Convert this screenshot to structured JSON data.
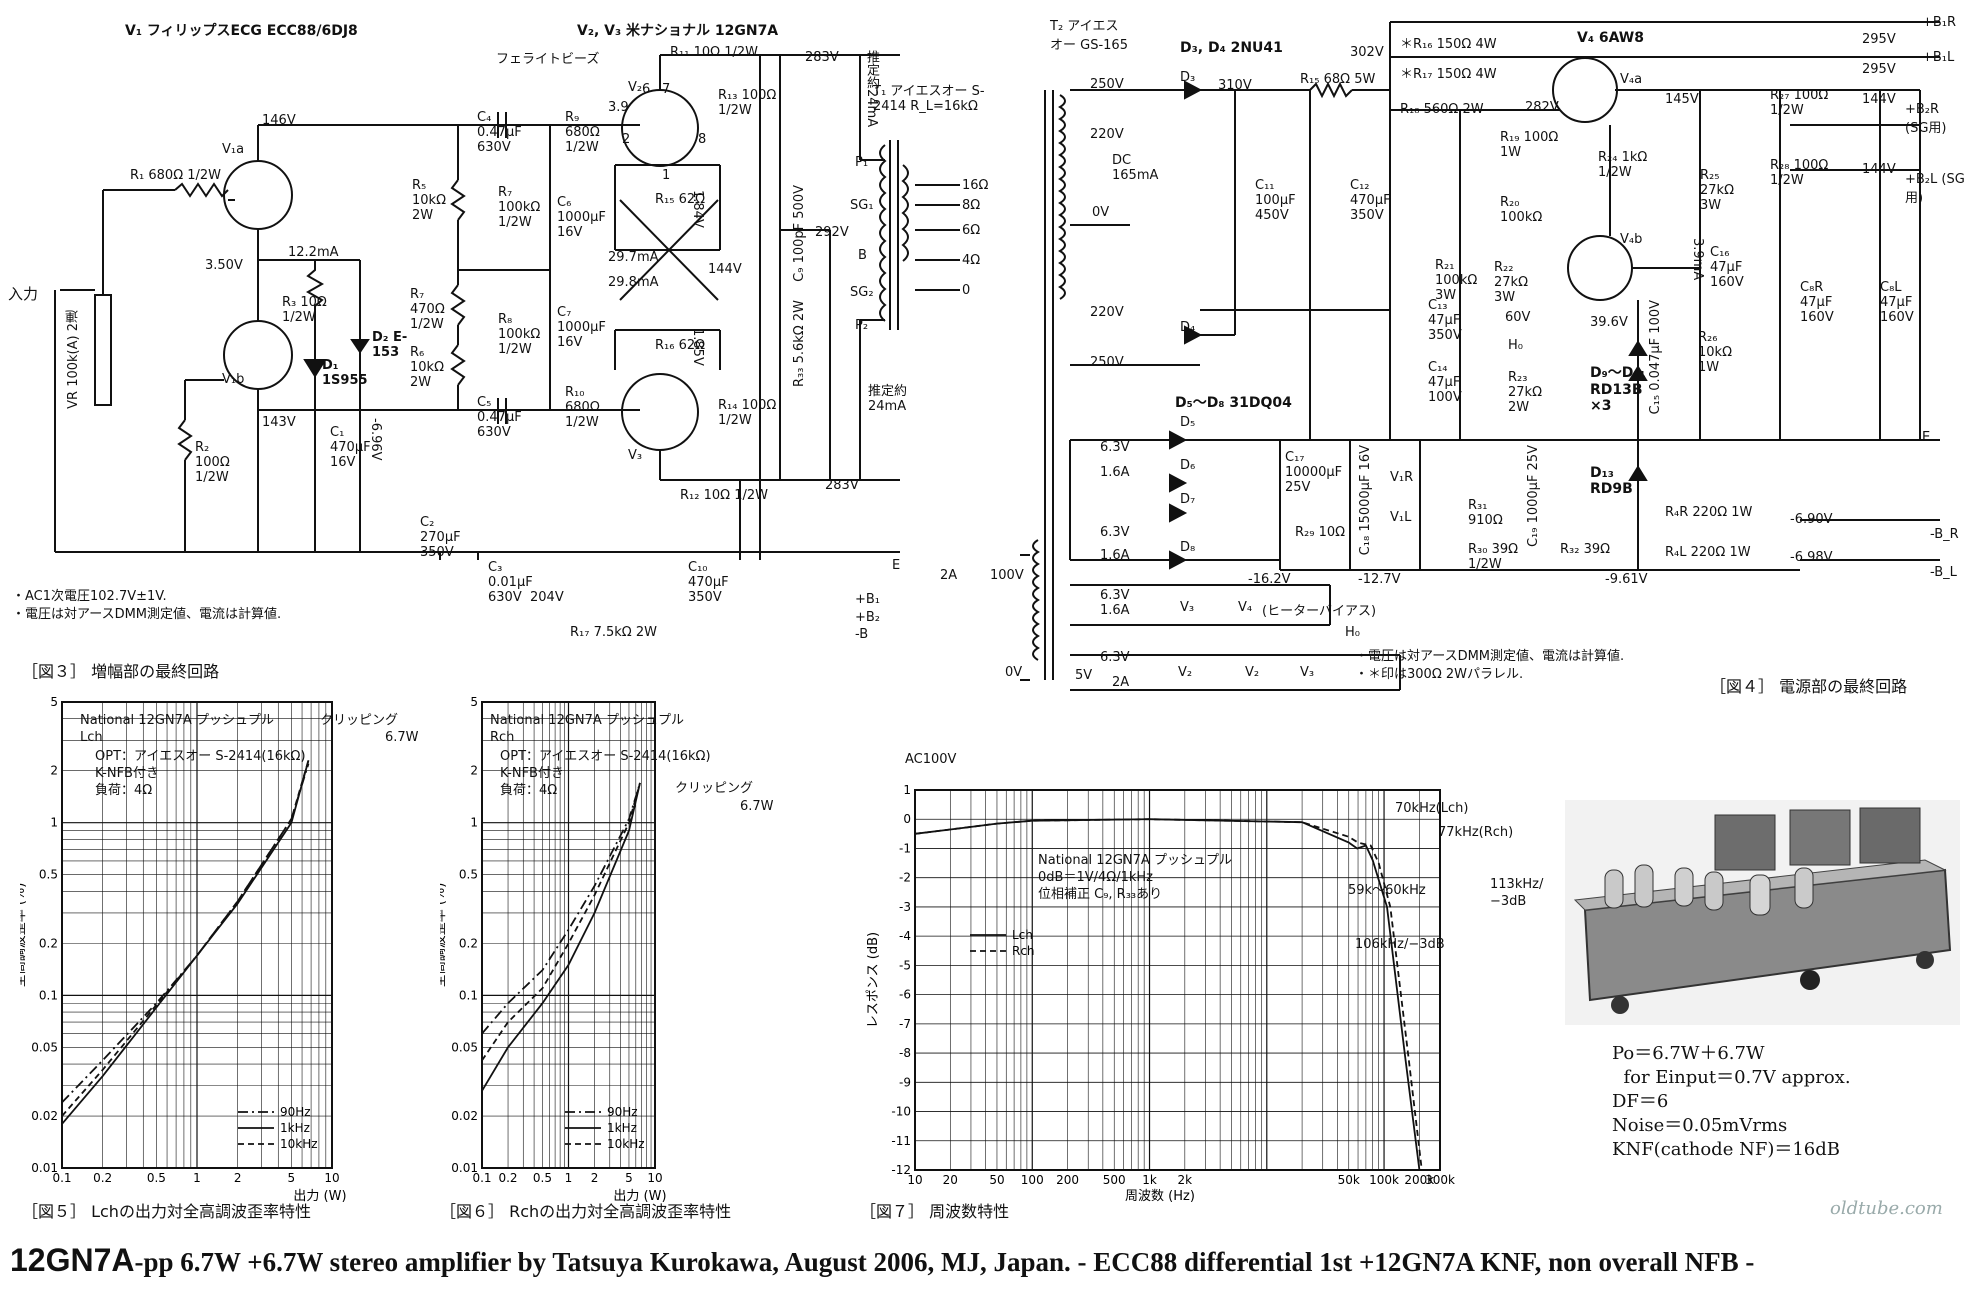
{
  "amp_schematic": {
    "v1_title": "V₁ フィリップスECG ECC88/6DJ8",
    "v2v3_title": "V₂, V₃ 米ナショナル 12GN7A",
    "ferrite": "フェライトビーズ",
    "t1": "T₁ アイエスオー S-2414 R_L=16kΩ",
    "estimate_top": "推定約24mA",
    "estimate_bottom": "推定約24mA",
    "input": "入力",
    "vr": "VR 100k(A) 2連",
    "labels": [
      "146V",
      "R₁ 680Ω 1/2W",
      "V₁a",
      "V₁b",
      "3.50V",
      "12.2mA",
      "R₃ 10Ω 1/2W",
      "D₁ 1S955",
      "D₂ E-153",
      "143V",
      "-6.96V",
      "C₁ 470μF 16V",
      "R₂ 100Ω 1/2W",
      "C₄ 0.47μF 630V",
      "C₅ 0.47μF 630V",
      "R₅ 10kΩ 2W",
      "R₇ 470Ω 1/2W",
      "R₆ 10kΩ 2W",
      "R₇ 100kΩ 1/2W",
      "R₈ 100kΩ 1/2W",
      "R₉ 680Ω 1/2W",
      "R₁₀ 680Ω 1/2W",
      "C₆ 1000μF 16V",
      "C₇ 1000μF 16V",
      "R₁₅ 62Ω",
      "R₁₆ 62Ω",
      "1.84V",
      "1.85V",
      "29.7mA",
      "29.8mA",
      "144V",
      "R₁₁ 10Ω 1/2W",
      "R₁₃ 100Ω 1/2W",
      "R₁₄ 100Ω 1/2W",
      "R₁₂ 10Ω 1/2W",
      "283V",
      "283V",
      "C₉ 100pF 500V",
      "R₃₃ 5.6kΩ 2W",
      "292V",
      "P₁",
      "SG₁",
      "B",
      "SG₂",
      "P₂",
      "16Ω",
      "8Ω",
      "6Ω",
      "4Ω",
      "0",
      "C₂ 270μF 350V",
      "C₃ 0.01μF 630V",
      "204V",
      "C₁₀ 470μF 350V",
      "R₁₇ 7.5kΩ 2W",
      "+B₁",
      "+B₂",
      "-B",
      "E",
      "V₂",
      "V₃",
      "3.9",
      "8",
      "2",
      "1",
      "7",
      "6"
    ],
    "notes": [
      "・AC1次電圧102.7V±1V.",
      "・電圧は対アースDMM測定値、電流は計算値."
    ],
    "caption": "［図３］ 増幅部の最終回路"
  },
  "psu_schematic": {
    "t2": "T₂ アイエスオー GS-165",
    "d3d4": "D₃, D₄ 2NU41",
    "v4": "V₄ 6AW8",
    "d5d8": "D₅〜D₈ 31DQ04",
    "labels": [
      "250V",
      "220V",
      "DC 165mA",
      "0V",
      "220V",
      "250V",
      "D₃",
      "D₄",
      "310V",
      "R₁₅ 68Ω 5W",
      "302V",
      "＊R₁₆ 150Ω 4W",
      "＊R₁₇ 150Ω 4W",
      "R₁₈ 560Ω 2W",
      "282V",
      "C₁₁ 100μF 450V",
      "C₁₂ 470μF 350V",
      "V₄a",
      "R₁₉ 100Ω 1W",
      "R₂₀ 100kΩ",
      "R₂₁ 100kΩ 3W",
      "R₂₂ 27kΩ 3W",
      "R₂₄ 1kΩ 1/2W",
      "V₄b",
      "145V",
      "R₂₅ 27kΩ 3W",
      "3.9mA",
      "C₁₃ 47μF 350V",
      "C₁₄ 47μF 100V",
      "60V",
      "H₀",
      "R₂₃ 27kΩ 2W",
      "39.6V",
      "D₉〜D₁₁ RD13B ×3",
      "C₁₅ 0.047μF 100V",
      "R₂₆ 10kΩ 1W",
      "C₁₆ 47μF 160V",
      "R₂₇ 100Ω 1/2W",
      "R₂₈ 100Ω 1/2W",
      "144V",
      "144V",
      "C₈R 47μF 160V",
      "C₈L 47μF 160V",
      "295V",
      "295V",
      "+B₁R",
      "+B₁L",
      "+B₂R (SG用)",
      "+B₂L (SG用)",
      "E",
      "6.3V",
      "1.6A",
      "6.3V",
      "1.6A",
      "D₅",
      "D₆",
      "D₇",
      "D₈",
      "C₁₇ 10000μF 25V",
      "C₁₈ 15000μF 16V",
      "R₂₉ 10Ω",
      "V₁R",
      "V₁L",
      "R₃₁ 910Ω",
      "C₁₉ 1000μF 25V",
      "D₁₃ RD9B",
      "R₄R 220Ω 1W",
      "R₄L 220Ω 1W",
      "-6.90V",
      "-6.98V",
      "-B_R",
      "-B_L",
      "R₃₀ 39Ω 1/2W",
      "R₃₂ 39Ω",
      "-16.2V",
      "-12.7V",
      "-9.61V",
      "6.3V 1.6A",
      "V₃",
      "V₄",
      "(ヒーターバイアス)",
      "H₀",
      "6.3V",
      "5V",
      "2A",
      "V₂",
      "V₂",
      "V₃",
      "2A",
      "100V",
      "0V",
      "AC100V"
    ],
    "notes": [
      "・電圧は対アースDMM測定値、電流は計算値.",
      "・＊印は300Ω 2Wパラレル."
    ],
    "caption": "［図４］ 電源部の最終回路"
  },
  "chart_data": [
    {
      "type": "line",
      "id": "fig5",
      "annotation": [
        "National 12GN7A プッシュプル",
        "Lch",
        "OPT：アイエスオー S-2414(16kΩ)",
        "K-NFB付き",
        "負荷：4Ω"
      ],
      "clip_label": "クリッピング",
      "clip_value": "6.7W",
      "xlabel": "出力 (W)",
      "ylabel": "全高調波歪率 (%)",
      "xscale": "log",
      "yscale": "log",
      "xlim": [
        0.1,
        10
      ],
      "ylim": [
        0.01,
        5
      ],
      "x_ticks": [
        "0.1",
        "0.2",
        "0.5",
        "1",
        "2",
        "5",
        "10"
      ],
      "y_ticks": [
        "0.01",
        "0.02",
        "0.05",
        "0.1",
        "0.2",
        "0.5",
        "1",
        "2",
        "5"
      ],
      "series": [
        {
          "name": "90Hz",
          "style": "dashdot",
          "x": [
            0.1,
            0.2,
            0.5,
            1,
            2,
            5,
            6.7
          ],
          "y": [
            0.024,
            0.042,
            0.09,
            0.17,
            0.35,
            1.05,
            2.2
          ]
        },
        {
          "name": "1kHz",
          "style": "solid",
          "x": [
            0.1,
            0.2,
            0.5,
            1,
            2,
            5,
            6.7
          ],
          "y": [
            0.018,
            0.034,
            0.085,
            0.17,
            0.34,
            1.0,
            2.3
          ]
        },
        {
          "name": "10kHz",
          "style": "dashed",
          "x": [
            0.1,
            0.2,
            0.5,
            1,
            2,
            5,
            6.7
          ],
          "y": [
            0.02,
            0.037,
            0.088,
            0.17,
            0.35,
            1.05,
            2.3
          ]
        }
      ],
      "caption": "［図５］ Lchの出力対全高調波歪率特性"
    },
    {
      "type": "line",
      "id": "fig6",
      "annotation": [
        "National 12GN7A プッシュプル",
        "Rch",
        "OPT：アイエスオー S-2414(16kΩ)",
        "K-NFB付き",
        "負荷：4Ω"
      ],
      "clip_label": "クリッピング",
      "clip_value": "6.7W",
      "xlabel": "出力 (W)",
      "ylabel": "全高調波歪率 (%)",
      "xscale": "log",
      "yscale": "log",
      "xlim": [
        0.1,
        10
      ],
      "ylim": [
        0.01,
        5
      ],
      "x_ticks": [
        "0.1",
        "0.2",
        "0.5",
        "1",
        "2",
        "5",
        "10"
      ],
      "y_ticks": [
        "0.01",
        "0.02",
        "0.05",
        "0.1",
        "0.2",
        "0.5",
        "1",
        "2",
        "5"
      ],
      "series": [
        {
          "name": "90Hz",
          "style": "dashdot",
          "x": [
            0.1,
            0.2,
            0.5,
            1,
            2,
            5,
            6.7
          ],
          "y": [
            0.06,
            0.09,
            0.14,
            0.24,
            0.43,
            1.05,
            1.7
          ]
        },
        {
          "name": "1kHz",
          "style": "solid",
          "x": [
            0.1,
            0.2,
            0.5,
            1,
            2,
            5,
            6.7
          ],
          "y": [
            0.028,
            0.05,
            0.09,
            0.15,
            0.3,
            0.9,
            1.7
          ]
        },
        {
          "name": "10kHz",
          "style": "dashed",
          "x": [
            0.1,
            0.2,
            0.5,
            1,
            2,
            5,
            6.7
          ],
          "y": [
            0.042,
            0.07,
            0.11,
            0.2,
            0.38,
            1.0,
            1.7
          ]
        }
      ],
      "caption": "［図６］ Rchの出力対全高調波歪率特性"
    },
    {
      "type": "line",
      "id": "fig7",
      "annotation": [
        "National 12GN7A プッシュプル",
        "0dB＝1V/4Ω/1kHz",
        "位相補正 C₉, R₃₃あり"
      ],
      "xlabel": "周波数 (Hz)",
      "ylabel": "レスポンス (dB)",
      "xscale": "log",
      "xlim": [
        10,
        300000
      ],
      "ylim": [
        -12,
        1
      ],
      "x_ticks": [
        "10",
        "20",
        "50",
        "100",
        "200",
        "500",
        "1k",
        "2k",
        "50k",
        "100k",
        "200k",
        "300k"
      ],
      "y_ticks": [
        "1",
        "0",
        "-1",
        "-2",
        "-3",
        "-4",
        "-5",
        "-6",
        "-7",
        "-8",
        "-9",
        "-10",
        "-11",
        "-12"
      ],
      "callouts": [
        "70kHz(Lch)",
        "77kHz(Rch)",
        "59k〜60kHz",
        "113kHz/−3dB",
        "106kHz/−3dB"
      ],
      "series": [
        {
          "name": "Lch",
          "style": "solid",
          "x": [
            10,
            20,
            50,
            100,
            1000,
            20000,
            50000,
            59000,
            70000,
            80000,
            106000,
            150000,
            200000
          ],
          "y": [
            -0.5,
            -0.35,
            -0.15,
            -0.05,
            0,
            -0.1,
            -0.8,
            -1.0,
            -0.9,
            -1.4,
            -3.0,
            -8.0,
            -12.0
          ]
        },
        {
          "name": "Rch",
          "style": "dashed",
          "x": [
            10,
            20,
            50,
            100,
            1000,
            20000,
            50000,
            60000,
            77000,
            90000,
            113000,
            160000,
            210000
          ],
          "y": [
            -0.5,
            -0.35,
            -0.15,
            -0.05,
            0,
            -0.1,
            -0.6,
            -0.8,
            -0.9,
            -1.5,
            -3.0,
            -8.0,
            -12.0
          ]
        }
      ],
      "caption": "［図７］ 周波数特性"
    }
  ],
  "specs": [
    "Po＝6.7W＋6.7W",
    "  for Einput＝0.7V approx.",
    "DF＝6",
    "Noise＝0.05mVrms",
    "KNF(cathode NF)＝16dB"
  ],
  "watermark": "oldtube.com",
  "footer": {
    "big": "12GN7A",
    "rest": "-pp 6.7W +6.7W stereo amplifier by Tatsuya Kurokawa, August 2006, MJ, Japan.  - ECC88 differential 1st +12GN7A KNF, non overall NFB -"
  },
  "colors": {
    "ink": "#111111",
    "paper": "#ffffff"
  }
}
